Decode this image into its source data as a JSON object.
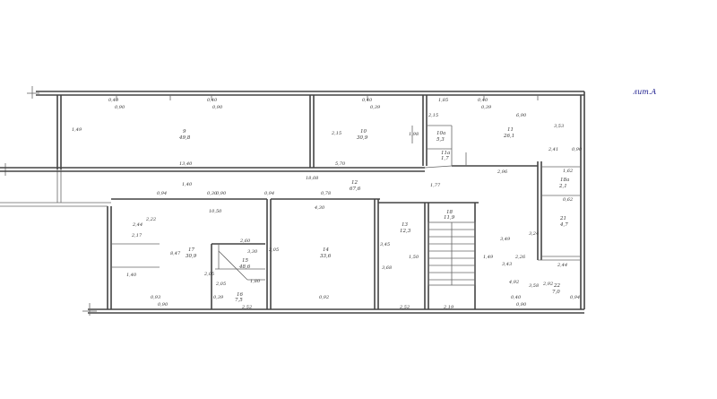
{
  "liter_label": "лит.А",
  "rooms": [
    {
      "num": "9",
      "area": "49,8"
    },
    {
      "num": "10",
      "area": "30,9"
    },
    {
      "num": "11",
      "area": "26,1"
    },
    {
      "num": "10а",
      "area": "5,3"
    },
    {
      "num": "11а",
      "area": "1,7"
    },
    {
      "num": "12",
      "area": "67,6"
    },
    {
      "num": "13",
      "area": "12,3"
    },
    {
      "num": "14",
      "area": "33,6"
    },
    {
      "num": "15",
      "area": "48,6"
    },
    {
      "num": "16",
      "area": "7,5"
    },
    {
      "num": "17",
      "area": "30,9"
    },
    {
      "num": "18",
      "area": "11,9"
    },
    {
      "num": "18а",
      "area": "2,1"
    },
    {
      "num": "21",
      "area": "4,7"
    },
    {
      "num": "22",
      "area": "7,0"
    }
  ],
  "dimensions": {
    "d1": "0,40",
    "d2": "0,90",
    "d3": "0,40",
    "d4": "0,90",
    "d5": "0,40",
    "d6": "0,39",
    "d7": "1,85",
    "d8": "0,40",
    "d9": "0,39",
    "d10": "6,90",
    "d11": "2,15",
    "d12": "1,49",
    "d13": "3,53",
    "d14": "2,41",
    "d15": "0,90",
    "d16": "13,40",
    "d17": "5,70",
    "d18": "2,15",
    "d19": "1,98",
    "d20": "18,08",
    "d21": "2,96",
    "d22": "0,94",
    "d23": "0,30",
    "d24": "0,90",
    "d25": "10,50",
    "d26": "0,94",
    "d27": "4,30",
    "d28": "1,77",
    "d29": "1,40",
    "d30": "0,78",
    "d31": "1,62",
    "d32": "0,62",
    "d33": "2,22",
    "d34": "2,17",
    "d35": "2,44",
    "d36": "8,47",
    "d37": "2,60",
    "d38": "1,40",
    "d39": "3,49",
    "d40": "3,24",
    "d41": "2,26",
    "d42": "3,30",
    "d43": "1,50",
    "d44": "1,49",
    "d45": "3,43",
    "d46": "2,44",
    "d47": "4,92",
    "d48": "2,92",
    "d49": "2,52",
    "d50": "0,93",
    "d51": "0,90",
    "d52": "0,92",
    "d53": "2,52",
    "d54": "2,19",
    "d55": "0,40",
    "d56": "0,90",
    "d57": "1,80",
    "d58": "2,05",
    "d59": "3,45",
    "d60": "2,05",
    "d61": "0,39",
    "d62": "3,68",
    "d63": "2,05",
    "d64": "0,94",
    "d65": "3,58"
  }
}
